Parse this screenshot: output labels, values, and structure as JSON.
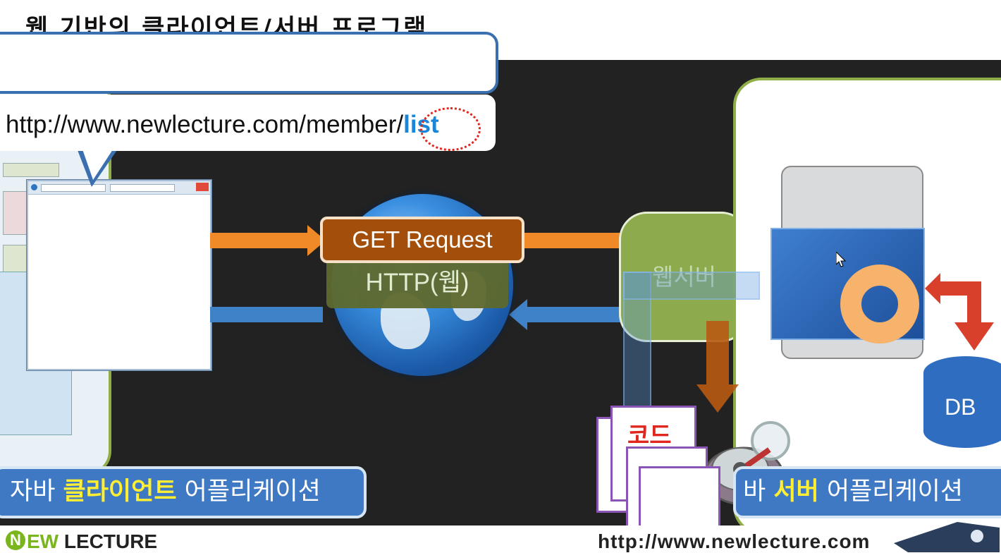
{
  "title": "웹 기반의 클라이언트/서버 프로그램",
  "url": {
    "prefix": "http://www.newlecture.com/member/",
    "highlight": "list"
  },
  "request_label": "GET Request",
  "protocol_label": "HTTP(웹)",
  "webserver_label": "웹서버",
  "db_label": "DB",
  "code_label": "코드",
  "client_banner": {
    "pre": "자바 ",
    "highlight": "클라이언트",
    "post": " 어플리케이션"
  },
  "server_banner": {
    "pre": "바 ",
    "highlight": "서버",
    "post": " 어플리케이션"
  },
  "footer": {
    "logo_n": "N",
    "logo_ew": "EW",
    "logo_lecture": " LECTURE",
    "url": "http://www.newlecture.com"
  },
  "colors": {
    "stage": "#222222",
    "accent_blue": "#3f79c3",
    "accent_orange": "#f08a28",
    "highlight_yellow": "#ffee33",
    "url_highlight": "#1b86d8",
    "code_red": "#e0261d"
  }
}
